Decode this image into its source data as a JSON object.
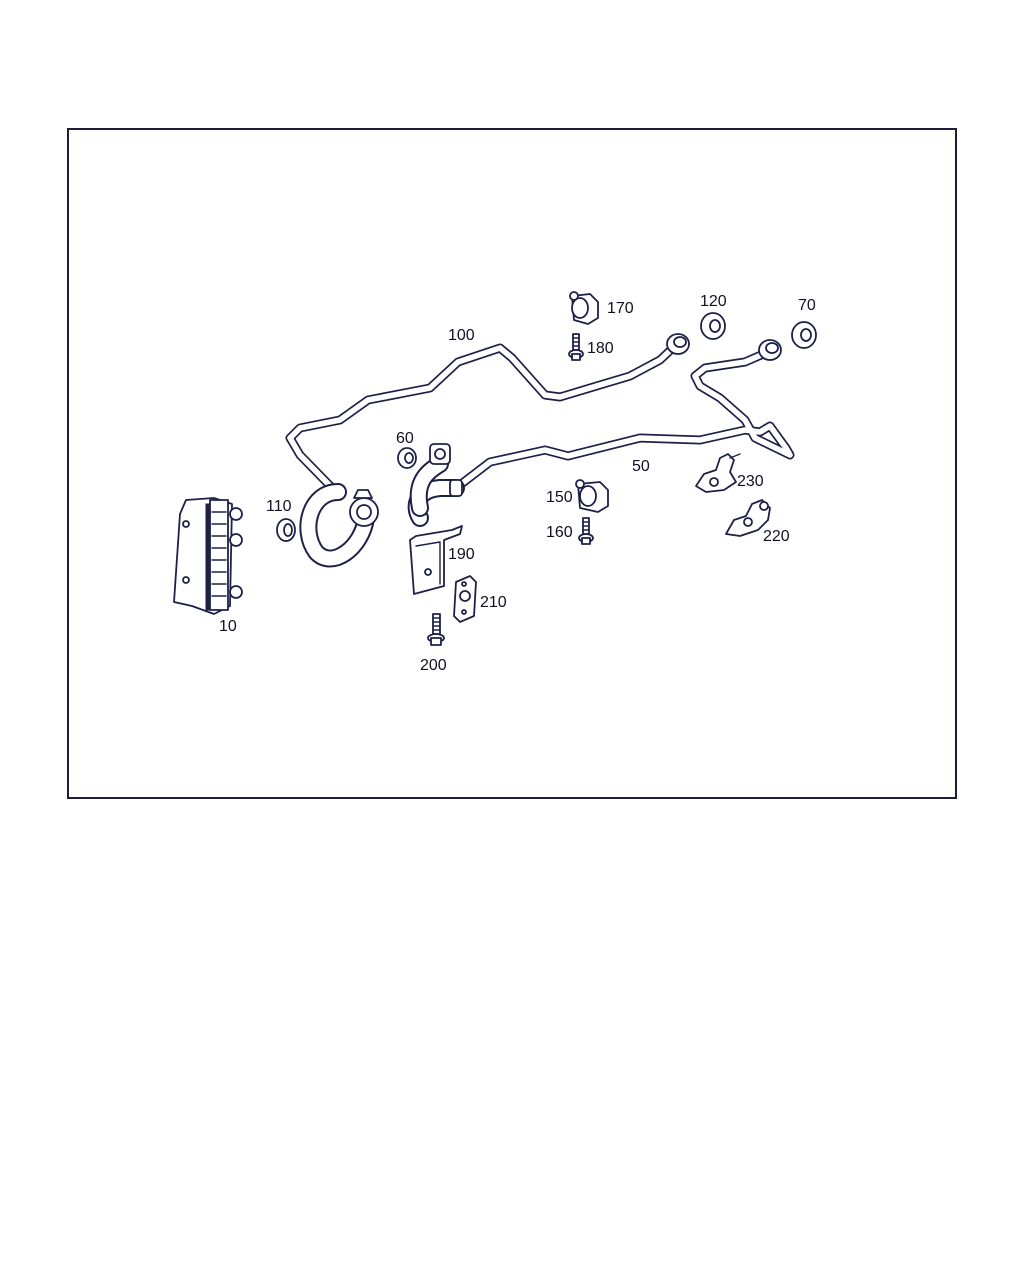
{
  "colors": {
    "line": "#1d2147",
    "frame": "#1d1d3f",
    "background": "#ffffff"
  },
  "callouts": {
    "p10": "10",
    "p50": "50",
    "p60": "60",
    "p70": "70",
    "p100": "100",
    "p110": "110",
    "p120": "120",
    "p150": "150",
    "p160": "160",
    "p170": "170",
    "p180": "180",
    "p190": "190",
    "p200": "200",
    "p210": "210",
    "p220": "220",
    "p230": "230"
  }
}
